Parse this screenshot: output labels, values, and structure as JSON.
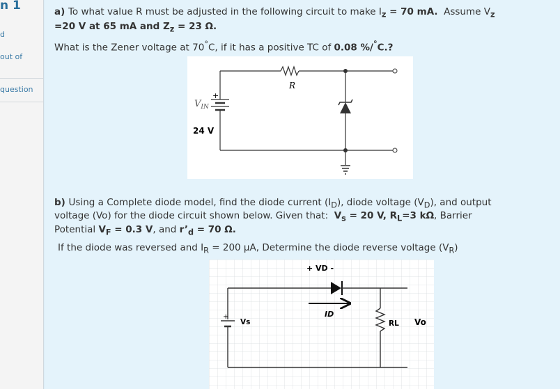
{
  "sidebar": {
    "title": "n 1",
    "line1": "d",
    "line2": "out of",
    "line3": "question"
  },
  "part_a": {
    "line1_prefix": "a) ",
    "line1_text": "To what value R must be adjusted in the following circuit to make I",
    "line1_sub": "z",
    "line1_value": " = 70 mA.",
    "line1_assume": "Assume V",
    "line1_assume_sub": "z",
    "line2": "=20 V at 65 mA and Z",
    "line2_sub": "z",
    "line2_value": " = 23 Ω.",
    "line3": "What is the Zener voltage at 70",
    "line3_deg": "°",
    "line3_rest": "C, if it has a positive TC of ",
    "line3_bold": "0.08 %/",
    "line3_deg2": "°",
    "line3_end": "C.?"
  },
  "circuit1": {
    "resistor_label": "R",
    "vin_label": "V",
    "vin_sub": "IN",
    "plus": "+",
    "voltage": "24 V"
  },
  "part_b": {
    "l1_prefix": "b) ",
    "l1": "Using a Complete diode model, find the diode current (I",
    "l1_sub1": "D",
    "l1_mid": "), diode voltage (V",
    "l1_sub2": "D",
    "l1_end": "), and output",
    "l2": "voltage (Vo) for the diode circuit shown below. Given that:",
    "l2_v": "V",
    "l2_vsub": "s",
    "l2_vval": " = 20 V, R",
    "l2_rsub": "L",
    "l2_rval": "=3 kΩ",
    "l2_end": ", Barrier",
    "l3": "Potential ",
    "l3_v": "V",
    "l3_vsub": "F",
    "l3_vval": " = 0.3 V",
    "l3_mid": ", and ",
    "l3_r": "r’",
    "l3_rsub": "d",
    "l3_rval": " = 70 Ω.",
    "l4": "If the diode was reversed and I",
    "l4_sub": "R",
    "l4_mid": " = 200 μA, Determine the diode reverse voltage (V",
    "l4_sub2": "R",
    "l4_end": ")"
  },
  "circuit2": {
    "vd_label": "+ VD -",
    "id_label": "ID",
    "vs_label": "Vs",
    "plus": "+",
    "rl_label": "RL",
    "vo_label": "Vo"
  }
}
